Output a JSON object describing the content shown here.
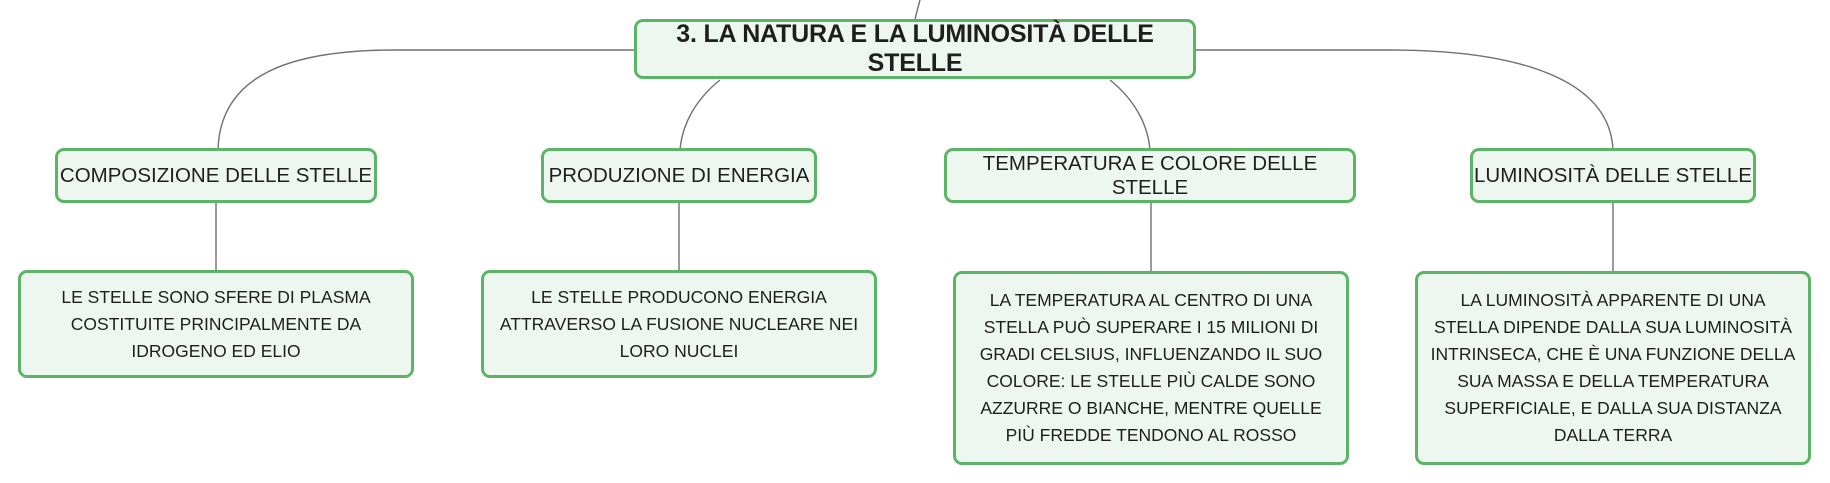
{
  "diagram": {
    "type": "mind-map",
    "colors": {
      "node_border": "#5cb567",
      "node_fill": "#eef7ef",
      "connector": "#707070",
      "text": "#1e1e1e"
    },
    "root": {
      "label": "3. LA NATURA E LA LUMINOSITÀ DELLE STELLE"
    },
    "branches": [
      {
        "label": "COMPOSIZIONE DELLE STELLE",
        "detail": "LE STELLE SONO SFERE DI PLASMA COSTITUITE PRINCIPALMENTE DA IDROGENO ED ELIO"
      },
      {
        "label": "PRODUZIONE DI ENERGIA",
        "detail": "LE STELLE PRODUCONO ENERGIA ATTRAVERSO LA FUSIONE NUCLEARE NEI LORO NUCLEI"
      },
      {
        "label": "TEMPERATURA E COLORE DELLE STELLE",
        "detail": "LA TEMPERATURA AL CENTRO DI UNA STELLA PUÒ SUPERARE I 15 MILIONI DI GRADI CELSIUS, INFLUENZANDO IL SUO COLORE: LE STELLE PIÙ CALDE SONO AZZURRE O BIANCHE, MENTRE QUELLE PIÙ FREDDE TENDONO AL ROSSO"
      },
      {
        "label": "LUMINOSITÀ DELLE STELLE",
        "detail": "LA LUMINOSITÀ APPARENTE DI UNA STELLA DIPENDE DALLA SUA LUMINOSITÀ INTRINSECA, CHE È UNA FUNZIONE DELLA SUA MASSA E DELLA TEMPERATURA SUPERFICIALE, E DALLA SUA DISTANZA DALLA TERRA"
      }
    ]
  }
}
